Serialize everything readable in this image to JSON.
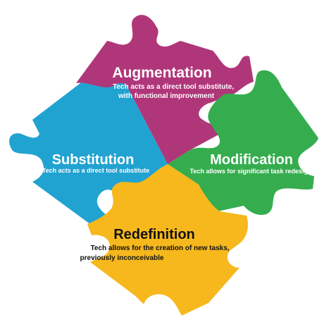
{
  "pieces": [
    {
      "key": "augmentation",
      "title": "Augmentation",
      "desc_lines": [
        "Tech acts as a direct tool substitute,",
        "with functional improvement"
      ],
      "color": "#B0367A"
    },
    {
      "key": "substitution",
      "title": "Substitution",
      "desc_lines": [
        "Tech acts as a direct tool substitute"
      ],
      "color": "#21A3D1"
    },
    {
      "key": "modification",
      "title": "Modification",
      "desc_lines": [
        "Tech allows for significant task redesign"
      ],
      "color": "#35AD4E"
    },
    {
      "key": "redefinition",
      "title": "Redefinition",
      "desc_lines": [
        "Tech allows for the creation of new tasks,",
        "previously inconceivable"
      ],
      "color": "#F6B81C"
    }
  ]
}
